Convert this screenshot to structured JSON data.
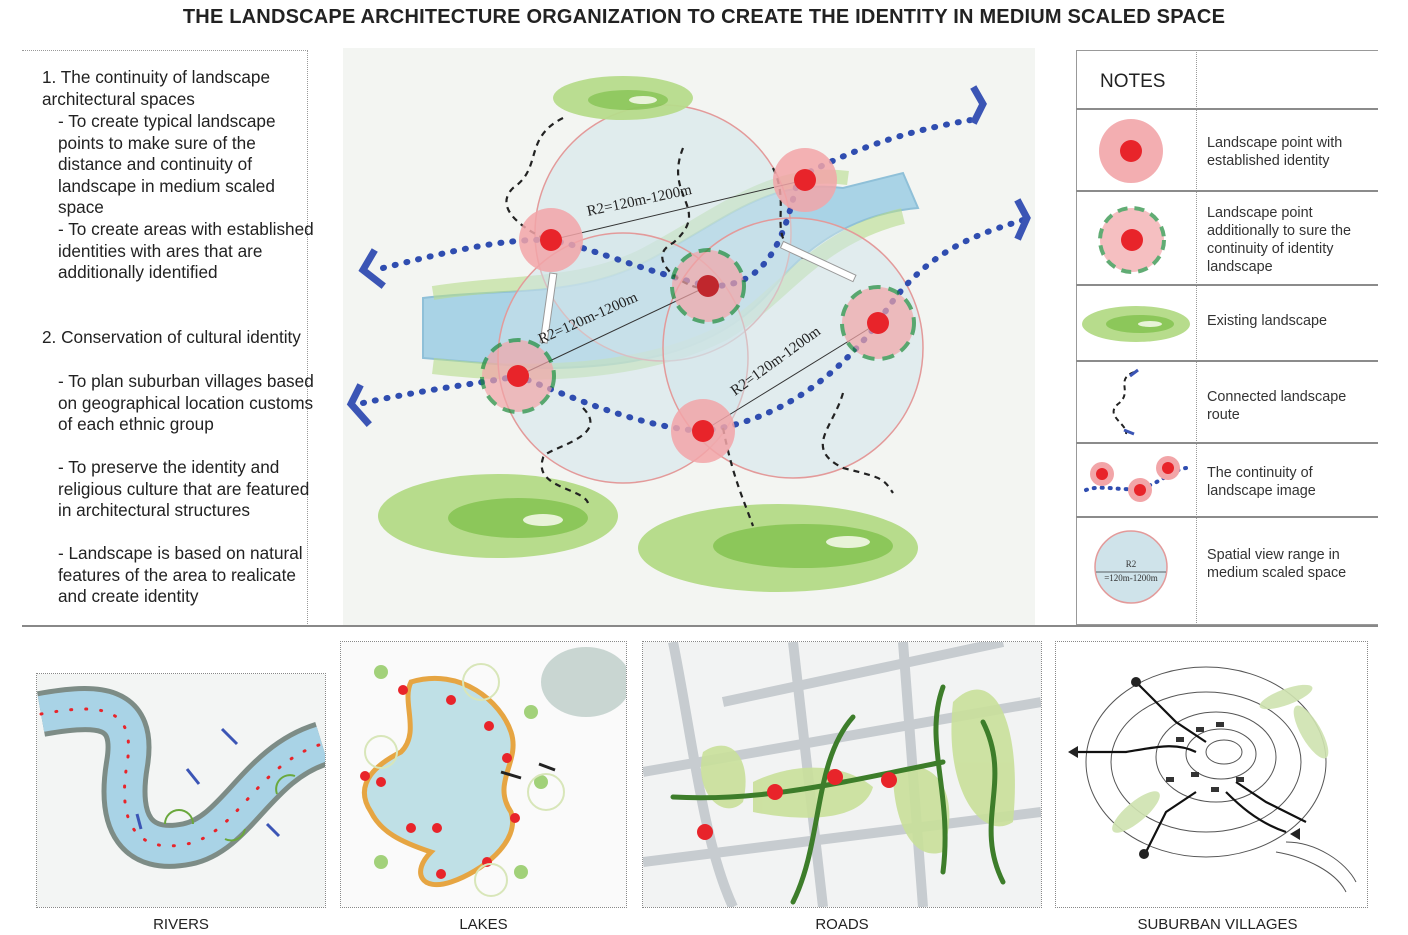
{
  "title": "THE LANDSCAPE ARCHITECTURE ORGANIZATION TO CREATE THE IDENTITY IN MEDIUM SCALED SPACE",
  "left_text": {
    "p1_heading": "1. The continuity of landscape architectural spaces",
    "p1_item1": "- To create typical landscape points to make sure of the distance and continuity of landscape in medium scaled space",
    "p1_item2": "- To create areas with established identities with ares that are additionally identified",
    "p2_heading": "2. Conservation of cultural identity",
    "p2_item1": "- To plan suburban villages based on geographical location customs of each ethnic group",
    "p2_item2": "- To preserve the identity and religious culture that are featured in architectural structures",
    "p2_item3": "- Landscape is based on natural features of the area to realicate and create identity"
  },
  "map": {
    "radius_label_1": "R2=120m-1200m",
    "radius_label_2": "R2=120m-1200m",
    "radius_label_3": "R2=120m-1200m"
  },
  "notes": {
    "heading": "NOTES",
    "items": [
      {
        "label": "Landscape point with established identity",
        "icon": "landscape-point-icon"
      },
      {
        "label": "Landscape point additionally to sure the continuity of identity landscape",
        "icon": "additional-point-icon"
      },
      {
        "label": "Existing landscape",
        "icon": "existing-landscape-icon"
      },
      {
        "label": "Connected landscape route",
        "icon": "route-icon"
      },
      {
        "label": "The continuity of landscape image",
        "icon": "continuity-icon"
      },
      {
        "label": "Spatial view range in medium scaled space",
        "icon": "view-range-icon"
      }
    ],
    "view_range_icon_text_1": "R2",
    "view_range_icon_text_2": "=120m-1200m"
  },
  "thumbnails": [
    {
      "caption": "RIVERS"
    },
    {
      "caption": "LAKES"
    },
    {
      "caption": "ROADS"
    },
    {
      "caption": "SUBURBAN VILLAGES"
    }
  ],
  "colors": {
    "river": "#a9d3e6",
    "green": "#8cc75a",
    "point_red": "#e8242a",
    "pink": "#f2a5a8",
    "route_blue": "#2f4db0",
    "dash_green": "#1f8a3a"
  }
}
